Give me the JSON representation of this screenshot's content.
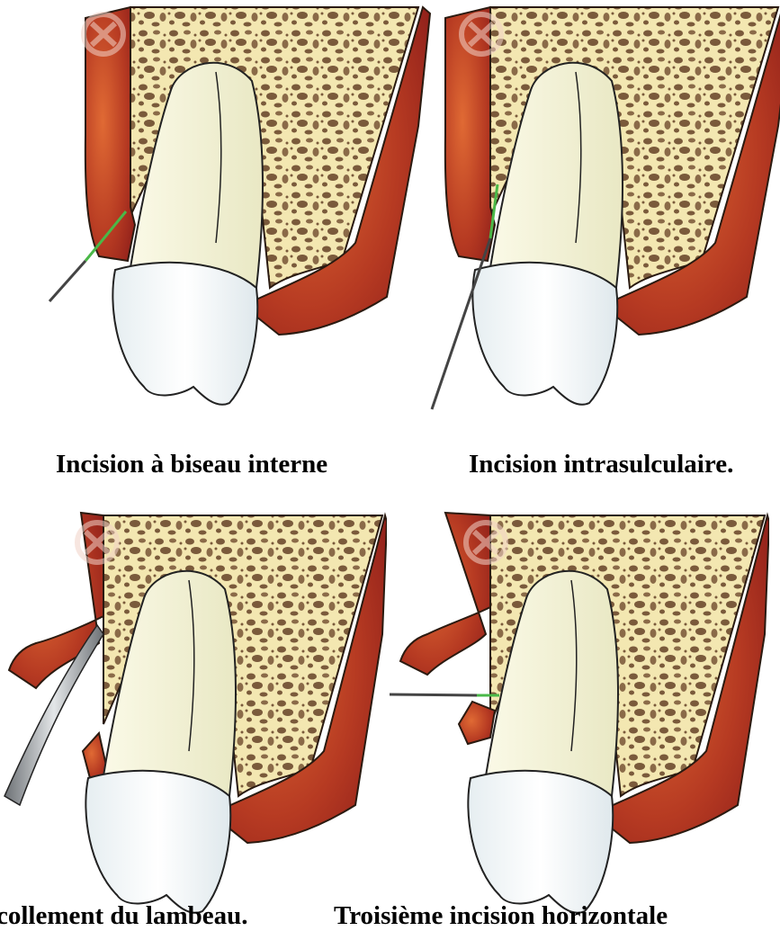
{
  "figure": {
    "captions": [
      "Incision à biseau interne",
      "Incision intrasulculaire.",
      "collement du lambeau.",
      "Troisième incision horizontale"
    ],
    "watermark": "UX logo",
    "colors": {
      "bone_fill": "#f3e7b1",
      "bone_pores": "#7a5a3b",
      "gum_dark": "#8f1f1a",
      "gum_light": "#d2552a",
      "tooth_root": "#f3f2d8",
      "tooth_crown": "#f4f8f9",
      "incision": "#4ab848",
      "instrument": "#9ea3a7"
    }
  }
}
